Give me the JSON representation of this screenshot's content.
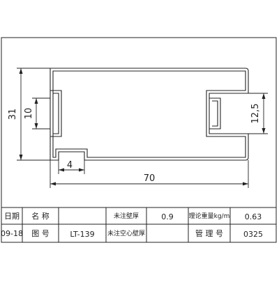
{
  "drawing": {
    "dimensions": {
      "height_outer": "31",
      "height_inner": "10",
      "width_overall": "70",
      "slot_height": "12,5",
      "foot_width": "4"
    }
  },
  "title_block": {
    "row1": {
      "label_date": "日期",
      "label_name": "名 称",
      "name_value": "",
      "label_wall": "未注壁厚",
      "wall_value": "0.9",
      "label_weight": "理论重量kg/m",
      "weight_value": "0.63"
    },
    "row2": {
      "date_value": "09-18",
      "label_drawing_no": "图 号",
      "drawing_no_value": "LT-139",
      "label_hollow": "未注空心壁厚",
      "label_mgmt_no": "管 理 号",
      "mgmt_no_value": "0325"
    }
  }
}
